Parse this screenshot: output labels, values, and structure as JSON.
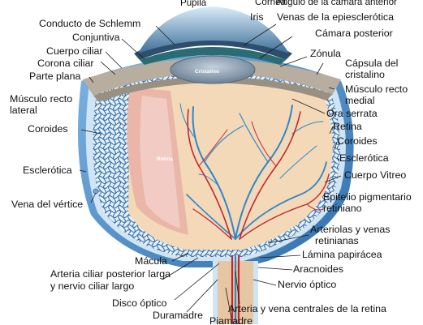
{
  "labels": {
    "pupila": "Pupila",
    "cornea": "Córnea",
    "iris": "Iris",
    "angulo": "Ángulo de la cámara anterior",
    "schlemm": "Conducto de Schlemm",
    "venas_epiesclerotica": "Venas de la epiesclerótica",
    "camara_posterior": "Cámara posterior",
    "conjuntiva": "Conjuntiva",
    "cuerpo_ciliar": "Cuerpo ciliar",
    "zonula": "Zónula",
    "corona_ciliar": "Corona ciliar",
    "capsula_1": "Cápsula del",
    "capsula_2": "cristalino",
    "parte_plana": "Parte plana",
    "cristalino": "Cristalino",
    "musculo_medial_1": "Músculo recto",
    "musculo_medial_2": "medial",
    "musculo_lateral_1": "Músculo recto",
    "musculo_lateral_2": "lateral",
    "ora_serrata": "Ora serrata",
    "retina": "Retina",
    "coroides_left": "Coroides",
    "coroides_right": "Coroides",
    "esclerotica_right": "Esclerótica",
    "retina_inner": "Retina",
    "esclerotica_left": "Esclerótica",
    "cuerpo_vitreo": "Cuerpo Vitreo",
    "epitelio_1": "Epitelio pigmentario",
    "epitelio_2": "retiniano",
    "vena_vertice": "Vena del vértice",
    "arteriolas_1": "Arteriolas y venas",
    "arteriolas_2": "retinianas",
    "lamina": "Lámina papirácea",
    "macula": "Mácula",
    "aracnoides": "Aracnoides",
    "arteria_ciliar_1": "Arteria ciliar posterior larga",
    "arteria_ciliar_2": "y nervio ciliar largo",
    "nervio_optico": "Nervio óptico",
    "disco_optico": "Disco óptico",
    "arteria_central": "Arteria y vena centrales de la retina",
    "duramadre": "Duramadre",
    "piamadre": "Piamadre"
  },
  "colors": {
    "sclera": "#4e8fcf",
    "sclera_light": "#a9d0ef",
    "choroid_net": "#3a6fa0",
    "retina_bg": "#f3dcc0",
    "vitreous_bg": "#f6e6cf",
    "vessel_red": "#c2272d",
    "vessel_blue": "#2e88c8",
    "lens": "#7f93a6",
    "cornea": "#9bbfde",
    "ciliary_grey": "#b9b2a7"
  }
}
